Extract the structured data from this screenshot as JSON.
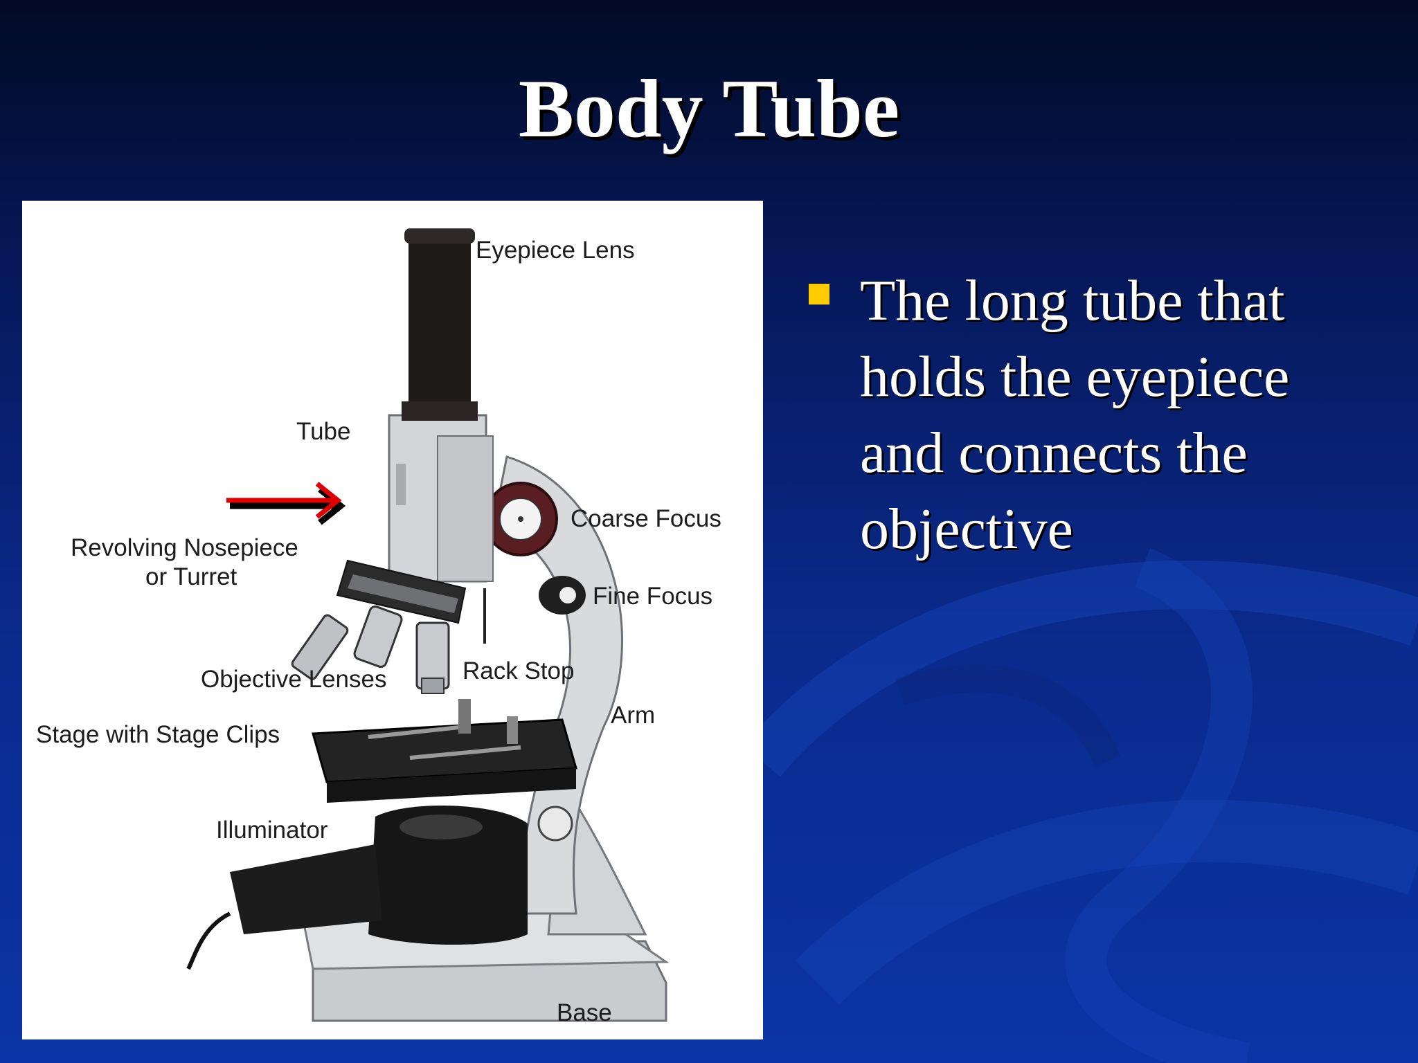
{
  "slide": {
    "title": "Body Tube",
    "bullet": "The long tube that holds the eyepiece and connects the objective"
  },
  "figure": {
    "labels": {
      "eyepiece": "Eyepiece Lens",
      "tube": "Tube",
      "nosepiece_line1": "Revolving Nosepiece",
      "nosepiece_line2": "or Turret",
      "coarse_focus": "Coarse Focus",
      "fine_focus": "Fine Focus",
      "rack_stop": "Rack Stop",
      "objective_lenses": "Objective Lenses",
      "arm": "Arm",
      "stage": "Stage with Stage Clips",
      "illuminator": "Illuminator",
      "base": "Base"
    },
    "pointer_color": "#e00000"
  },
  "colors": {
    "bullet": "#ffcc00",
    "title": "#ffffff"
  }
}
